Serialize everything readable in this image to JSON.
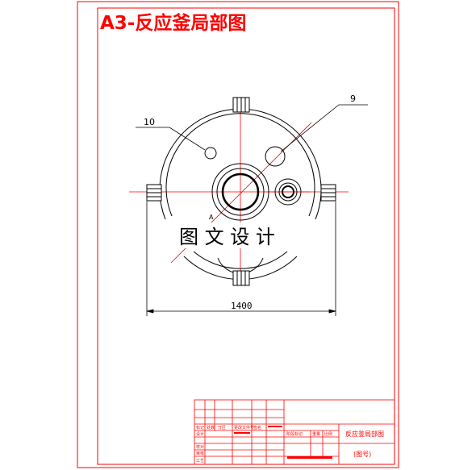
{
  "drawing": {
    "title": "A3-反应釜局部图",
    "watermark": "图 文 设 计",
    "labels": {
      "part_10": "10",
      "part_9": "9",
      "point_a": "A",
      "dimension_width": "1400"
    }
  },
  "title_block": {
    "drawing_name": "反应釜局部图",
    "drawing_number": "(图号)",
    "small_labels": {
      "row1": [
        "标记",
        "处数",
        "分区",
        "更改文件号",
        "签名"
      ],
      "row2": [
        "设计"
      ],
      "row3": [
        "校对"
      ],
      "row4": [
        "审核"
      ],
      "row5": [
        "工艺"
      ],
      "stage": [
        "阶段标记",
        "重量",
        "比例"
      ]
    }
  },
  "colors": {
    "frame": "#ff0000",
    "outline": "#000000",
    "watermark": "#000000"
  }
}
